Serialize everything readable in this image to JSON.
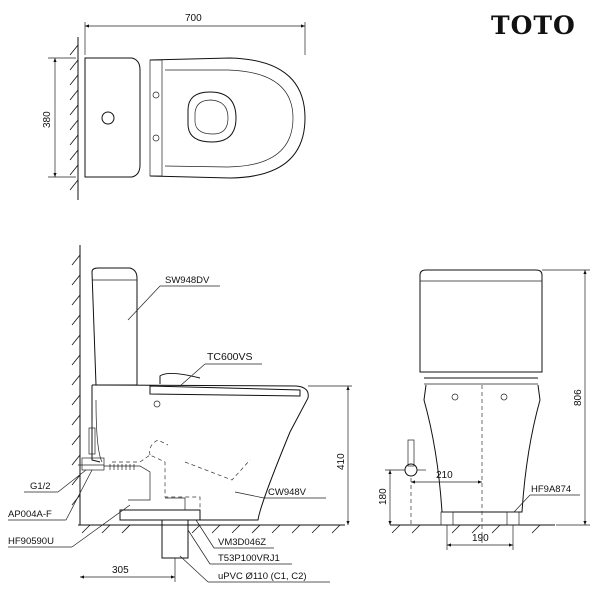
{
  "brand": {
    "name": "TOTO"
  },
  "dimensions": {
    "top_width": "700",
    "top_depth": "380",
    "side_height": "410",
    "side_offset": "305",
    "front_height": "806",
    "front_supply": "210",
    "front_supply_height": "180",
    "front_base_width": "190"
  },
  "parts": {
    "tank": "SW948DV",
    "seat": "TC600VS",
    "bowl": "CW948V",
    "valve_thread": "G1/2",
    "angle_valve": "AP004A-F",
    "flexible_hose": "HF90590U",
    "fixing_kit": "VM3D046Z",
    "drain_adapter": "T53P100VRJ1",
    "drain_pipe": "uPVC Ø110 (C1, C2)",
    "front_hose": "HF9A874"
  }
}
